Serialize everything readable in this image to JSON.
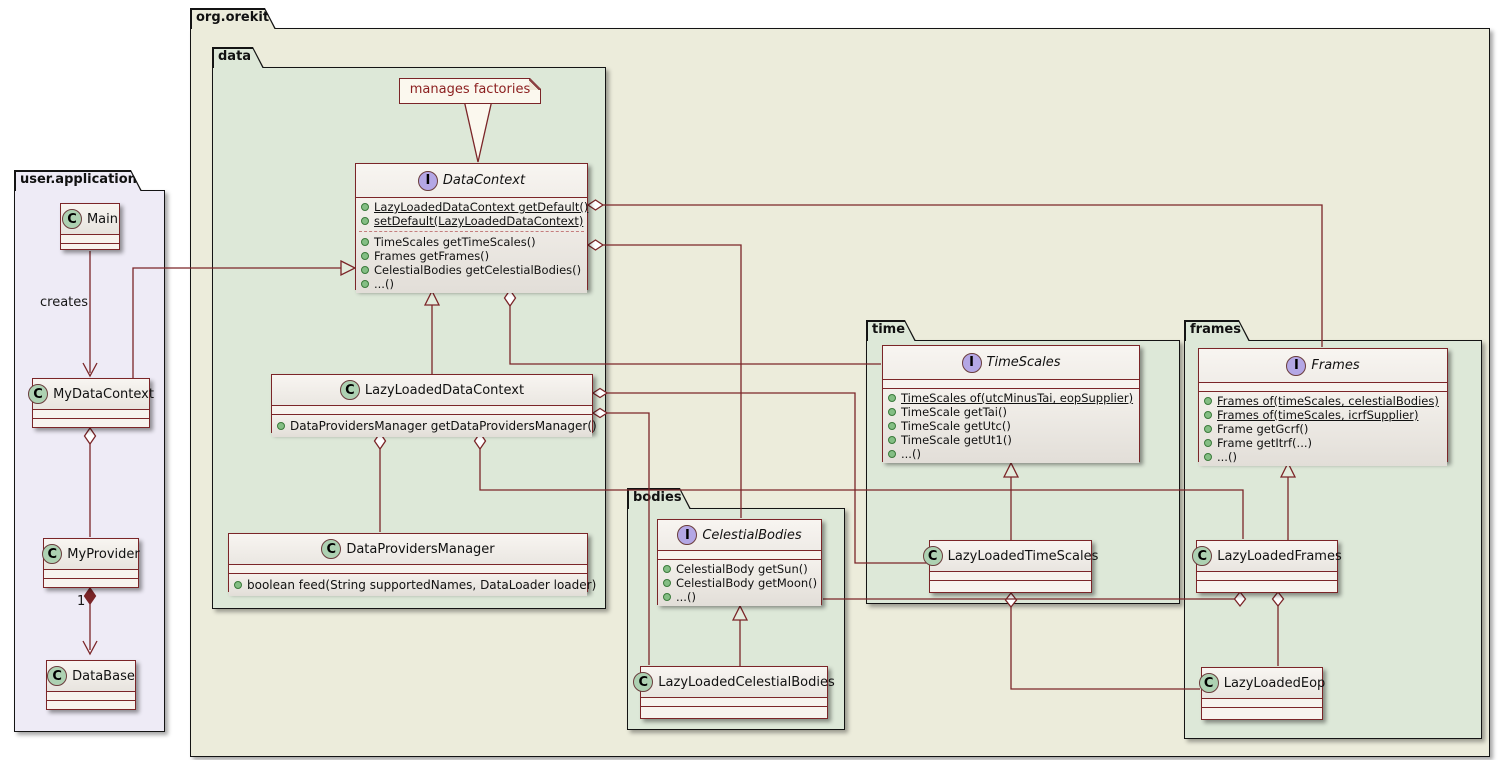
{
  "diagram": {
    "packages": {
      "user_application": {
        "label": "user.application"
      },
      "org_orekit": {
        "label": "org.orekit"
      },
      "data": {
        "label": "data"
      },
      "time": {
        "label": "time"
      },
      "frames": {
        "label": "frames"
      },
      "bodies": {
        "label": "bodies"
      }
    },
    "note": {
      "text": "manages factories"
    },
    "edge_labels": {
      "creates": "creates",
      "provider_multiplicity": "1"
    },
    "classes": {
      "main": {
        "stereotype": "C",
        "name": "Main"
      },
      "my_data_context": {
        "stereotype": "C",
        "name": "MyDataContext"
      },
      "my_provider": {
        "stereotype": "C",
        "name": "MyProvider"
      },
      "data_base": {
        "stereotype": "C",
        "name": "DataBase"
      },
      "data_context": {
        "stereotype": "I",
        "name": "DataContext",
        "static_methods": [
          "LazyLoadedDataContext getDefault()",
          "setDefault(LazyLoadedDataContext)"
        ],
        "methods": [
          "TimeScales getTimeScales()",
          "Frames getFrames()",
          "CelestialBodies getCelestialBodies()",
          "...()"
        ]
      },
      "lazy_loaded_data_context": {
        "stereotype": "C",
        "name": "LazyLoadedDataContext",
        "methods": [
          "DataProvidersManager getDataProvidersManager()"
        ]
      },
      "data_providers_manager": {
        "stereotype": "C",
        "name": "DataProvidersManager",
        "methods": [
          "boolean feed(String supportedNames, DataLoader loader)"
        ]
      },
      "time_scales": {
        "stereotype": "I",
        "name": "TimeScales",
        "static_methods": [
          "TimeScales of(utcMinusTai, eopSupplier)"
        ],
        "methods": [
          "TimeScale getTai()",
          "TimeScale getUtc()",
          "TimeScale getUt1()",
          "...()"
        ]
      },
      "lazy_loaded_time_scales": {
        "stereotype": "C",
        "name": "LazyLoadedTimeScales"
      },
      "frames_interface": {
        "stereotype": "I",
        "name": "Frames",
        "static_methods": [
          "Frames of(timeScales, celestialBodies)",
          "Frames of(timeScales, icrfSupplier)"
        ],
        "methods": [
          "Frame getGcrf()",
          "Frame getItrf(...)",
          "...()"
        ]
      },
      "lazy_loaded_frames": {
        "stereotype": "C",
        "name": "LazyLoadedFrames"
      },
      "lazy_loaded_eop": {
        "stereotype": "C",
        "name": "LazyLoadedEop"
      },
      "celestial_bodies": {
        "stereotype": "I",
        "name": "CelestialBodies",
        "methods": [
          "CelestialBody getSun()",
          "CelestialBody getMoon()",
          "...()"
        ]
      },
      "lazy_loaded_celestial_bodies": {
        "stereotype": "C",
        "name": "LazyLoadedCelestialBodies"
      }
    },
    "colors": {
      "line": "#7b2528",
      "package_border": "#141414",
      "org_orekit_bg": "#ececdb",
      "inner_package_bg": "#dde8d8",
      "user_application_bg": "#eeebf6",
      "class_icon_bg": "#add1b2",
      "interface_icon_bg": "#b4a7e5",
      "method_bullet": "#84be84",
      "note_bg": "#fbf8ee",
      "note_text": "#8b1f1f"
    }
  }
}
